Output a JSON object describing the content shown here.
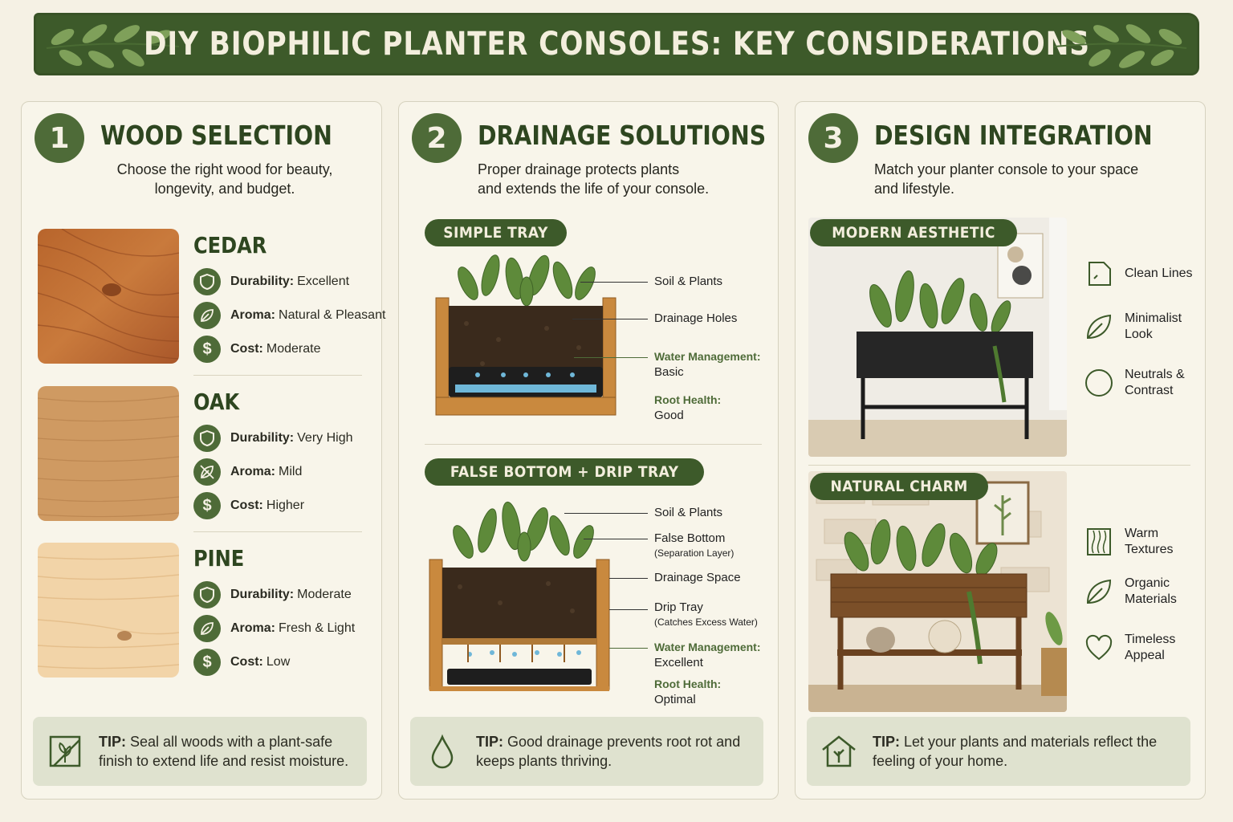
{
  "header": {
    "title": "DIY BIOPHILIC PLANTER CONSOLES: KEY CONSIDERATIONS"
  },
  "wood_panel": {
    "number": "1",
    "title": "WOOD SELECTION",
    "subtitle": "Choose the right wood for beauty, longevity, and budget.",
    "woods": [
      {
        "name": "CEDAR",
        "durability_label": "Durability:",
        "durability": "Excellent",
        "aroma_label": "Aroma:",
        "aroma": "Natural & Pleasant",
        "cost_label": "Cost:",
        "cost": "Moderate"
      },
      {
        "name": "OAK",
        "durability_label": "Durability:",
        "durability": "Very High",
        "aroma_label": "Aroma:",
        "aroma": "Mild",
        "cost_label": "Cost:",
        "cost": "Higher"
      },
      {
        "name": "PINE",
        "durability_label": "Durability:",
        "durability": "Moderate",
        "aroma_label": "Aroma:",
        "aroma": "Fresh & Light",
        "cost_label": "Cost:",
        "cost": "Low"
      }
    ],
    "tip_label": "TIP:",
    "tip_text": "Seal all woods with a plant-safe finish to extend life and resist moisture."
  },
  "drainage_panel": {
    "number": "2",
    "title": "DRAINAGE SOLUTIONS",
    "subtitle_line1": "Proper drainage protects plants",
    "subtitle_line2": "and extends the life of your console.",
    "simple": {
      "label": "SIMPLE TRAY",
      "soil": "Soil & Plants",
      "holes": "Drainage Holes",
      "water_label": "Water Management:",
      "water": "Basic",
      "root_label": "Root Health:",
      "root": "Good"
    },
    "false_bottom": {
      "label": "FALSE BOTTOM + DRIP TRAY",
      "soil": "Soil & Plants",
      "false_bottom": "False Bottom",
      "false_bottom_note": "(Separation Layer)",
      "space": "Drainage Space",
      "drip": "Drip Tray",
      "drip_note": "(Catches Excess Water)",
      "water_label": "Water Management:",
      "water": "Excellent",
      "root_label": "Root Health:",
      "root": "Optimal"
    },
    "tip_label": "TIP:",
    "tip_text": "Good drainage prevents root rot and keeps plants thriving."
  },
  "design_panel": {
    "number": "3",
    "title": "DESIGN INTEGRATION",
    "subtitle_line1": "Match your planter console to your space",
    "subtitle_line2": "and lifestyle.",
    "modern": {
      "label": "MODERN AESTHETIC",
      "features": [
        {
          "line1": "Clean Lines",
          "line2": ""
        },
        {
          "line1": "Minimalist",
          "line2": "Look"
        },
        {
          "line1": "Neutrals &",
          "line2": "Contrast"
        }
      ]
    },
    "natural": {
      "label": "NATURAL CHARM",
      "features": [
        {
          "line1": "Warm Textures",
          "line2": ""
        },
        {
          "line1": "Organic",
          "line2": "Materials"
        },
        {
          "line1": "Timeless",
          "line2": "Appeal"
        }
      ]
    },
    "tip_label": "TIP:",
    "tip_text": "Let your plants and materials reflect the feeling of your home."
  },
  "colors": {
    "primary_green": "#3d5a2a",
    "icon_green": "#4e6b38",
    "background": "#f5f1e4",
    "tip_bg": "#dfe2cf"
  }
}
